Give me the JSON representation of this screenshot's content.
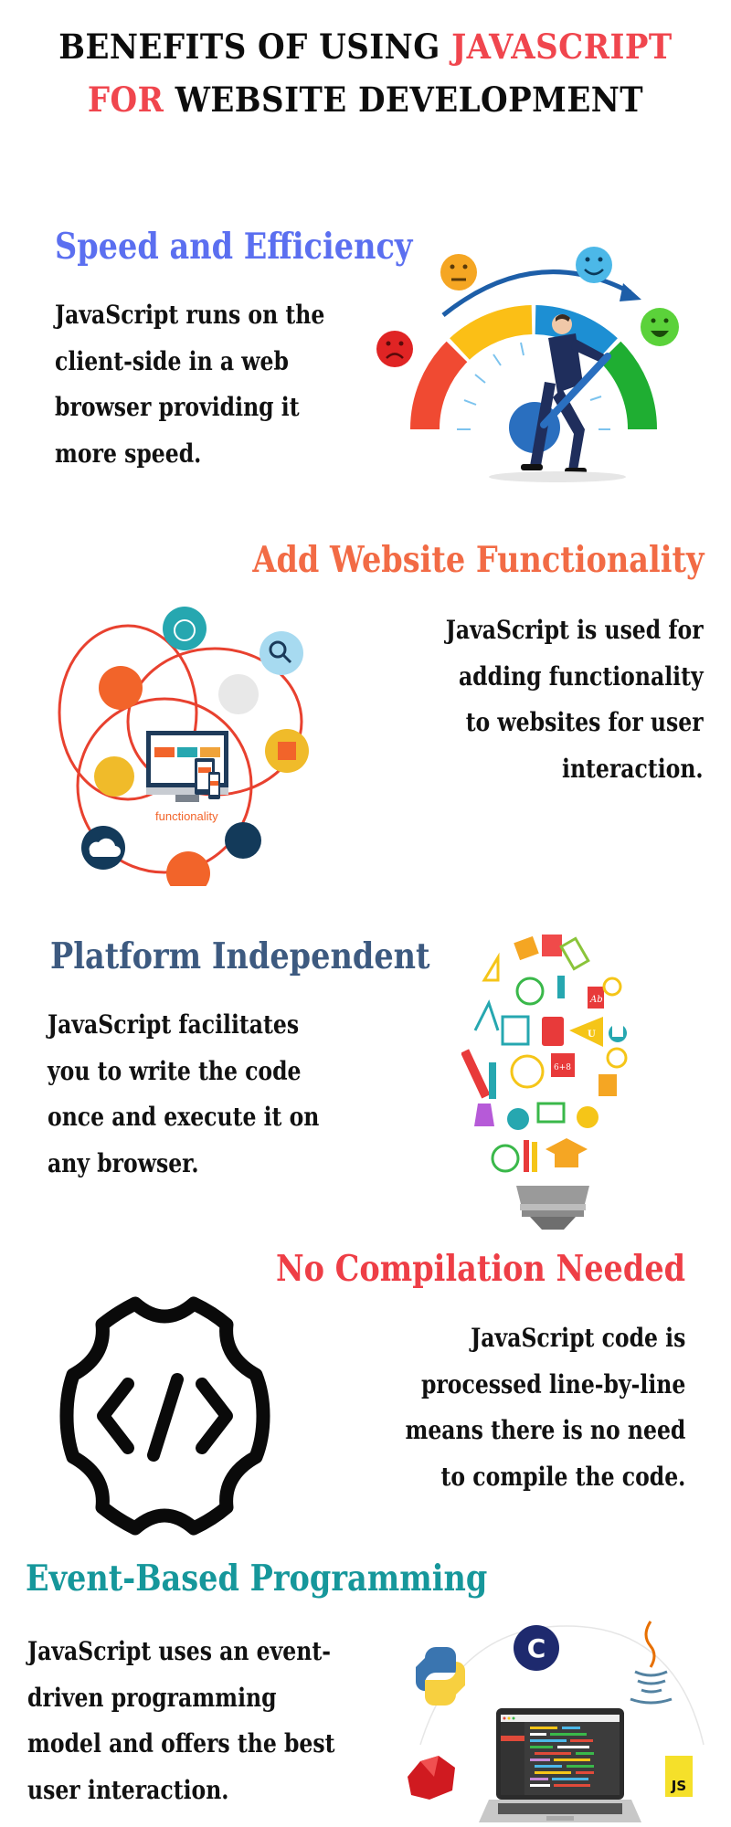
{
  "title": {
    "line1_prefix": "BENEFITS OF USING ",
    "line1_accent": "JAVASCRIPT",
    "line2_accent": "FOR",
    "line2_suffix": " WEBSITE DEVELOPMENT",
    "accent_color": "#f0464e"
  },
  "sections": [
    {
      "heading": "Speed and Efficiency",
      "heading_color": "#5b6ff0",
      "body": "JavaScript runs on the\nclient-side in a web\nbrowser providing it\nmore speed.",
      "illustration": "speedometer-with-businessman-and-emoji-faces"
    },
    {
      "heading": "Add Website Functionality",
      "heading_color": "#f26b45",
      "body": "JavaScript is used for\nadding functionality\nto websites for user\ninteraction.",
      "illustration": "devices-with-orbiting-feature-icons",
      "illustration_label": "functionality"
    },
    {
      "heading": "Platform Independent",
      "heading_color": "#3d5a80",
      "body": "JavaScript facilitates\nyou to write the code\nonce and execute it on\nany browser.",
      "illustration": "light-bulb-of-education-icons",
      "illustration_text": {
        "book_label": "Ab",
        "board_label": "6+8",
        "pennant_label": "U"
      }
    },
    {
      "heading": "No Compilation Needed",
      "heading_color": "#ee3e46",
      "body": "JavaScript code is\nprocessed line-by-line\nmeans there is no need\nto compile the code.",
      "illustration": "gear-with-code-brackets",
      "illustration_text": {
        "code_symbol": "</>"
      }
    },
    {
      "heading": "Event-Based Programming",
      "heading_color": "#16979b",
      "body": "JavaScript uses an event-\ndriven programming\nmodel and offers the best\nuser interaction.",
      "illustration": "laptop-with-programming-language-logos",
      "illustration_text": {
        "c_logo": "C",
        "js_logo": "JS"
      }
    }
  ]
}
